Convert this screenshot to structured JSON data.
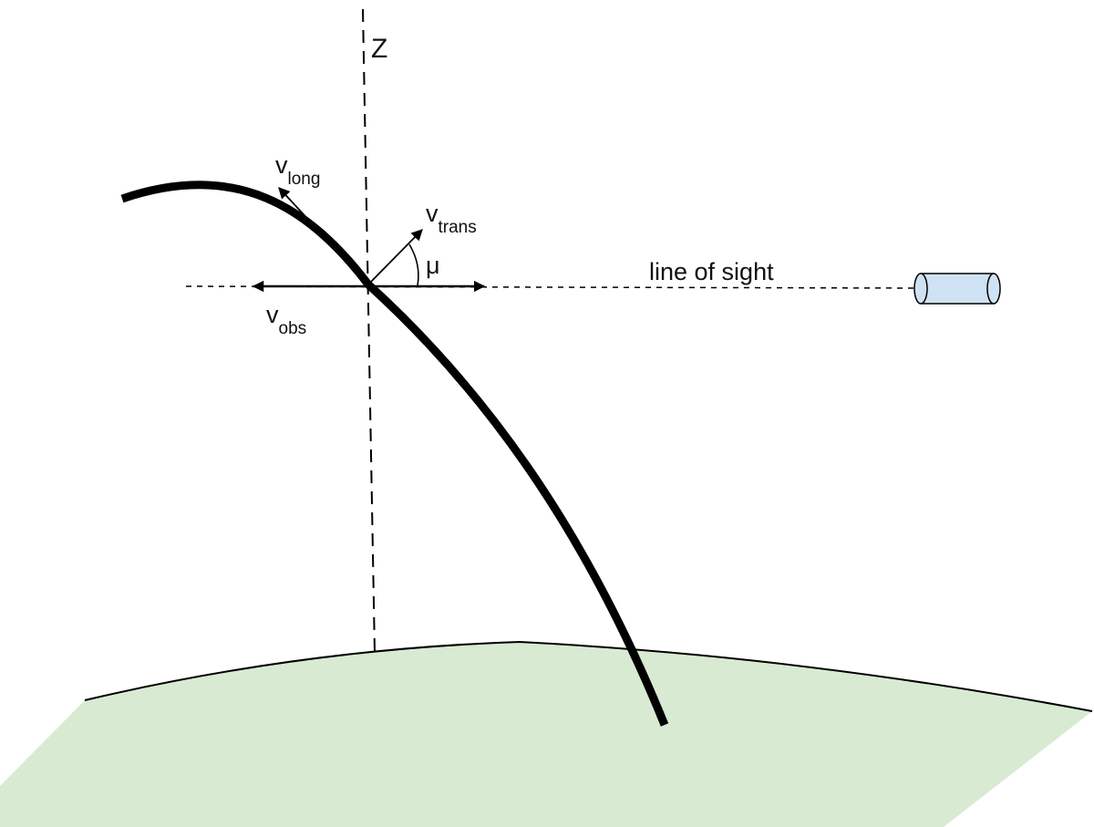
{
  "labels": {
    "axis_z": "Z",
    "v_long_base": "v",
    "v_long_sub": "long",
    "v_trans_base": "v",
    "v_trans_sub": "trans",
    "v_obs_base": "v",
    "v_obs_sub": "obs",
    "angle": "μ",
    "line_of_sight": "line of sight"
  },
  "colors": {
    "ground_fill": "#d9ead3",
    "ground_edge": "#000000",
    "stroke": "#000000",
    "detector_fill": "#cfe2f3"
  },
  "icons": {
    "detector": "cylinder-detector-icon"
  }
}
